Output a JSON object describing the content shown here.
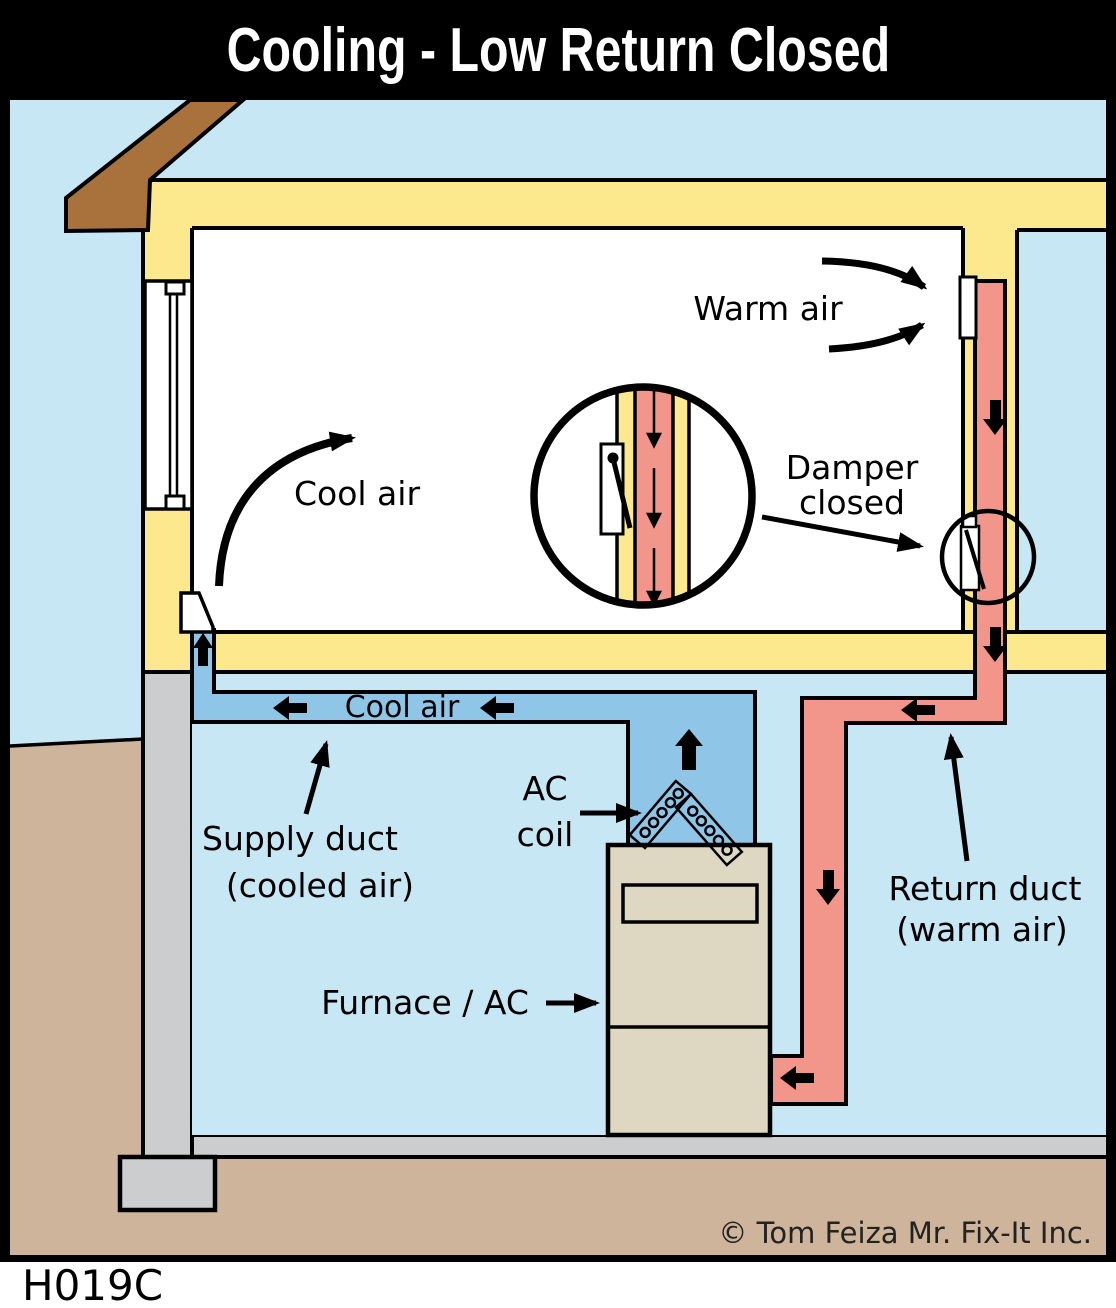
{
  "title": "Cooling - Low Return Closed",
  "figure_code": "H019C",
  "copyright_notice": "© Tom Feiza Mr. Fix-It Inc.",
  "labels": {
    "warm_air": "Warm air",
    "damper_closed": [
      "Damper",
      "closed"
    ],
    "cool_air_room": "Cool air",
    "cool_air_duct": "Cool air",
    "supply_duct": [
      "Supply duct",
      "(cooled air)"
    ],
    "ac_coil": [
      "AC",
      "coil"
    ],
    "furnace": "Furnace / AC",
    "return_duct": [
      "Return duct",
      "(warm air)"
    ]
  },
  "colors": {
    "sky": "#c7e7f4",
    "supply_duct_blue": "#8fc6e7",
    "return_duct_salmon": "#f2958a",
    "wall_yellow": "#fce98e",
    "roof_brown": "#a9713c",
    "ground_tan": "#cdb49a",
    "concrete_gray": "#cccdce",
    "furnace_beige": "#ded8c3",
    "room_white": "#ffffff",
    "outline_black": "#000000",
    "title_bg": "#000000",
    "title_text": "#ffffff"
  }
}
